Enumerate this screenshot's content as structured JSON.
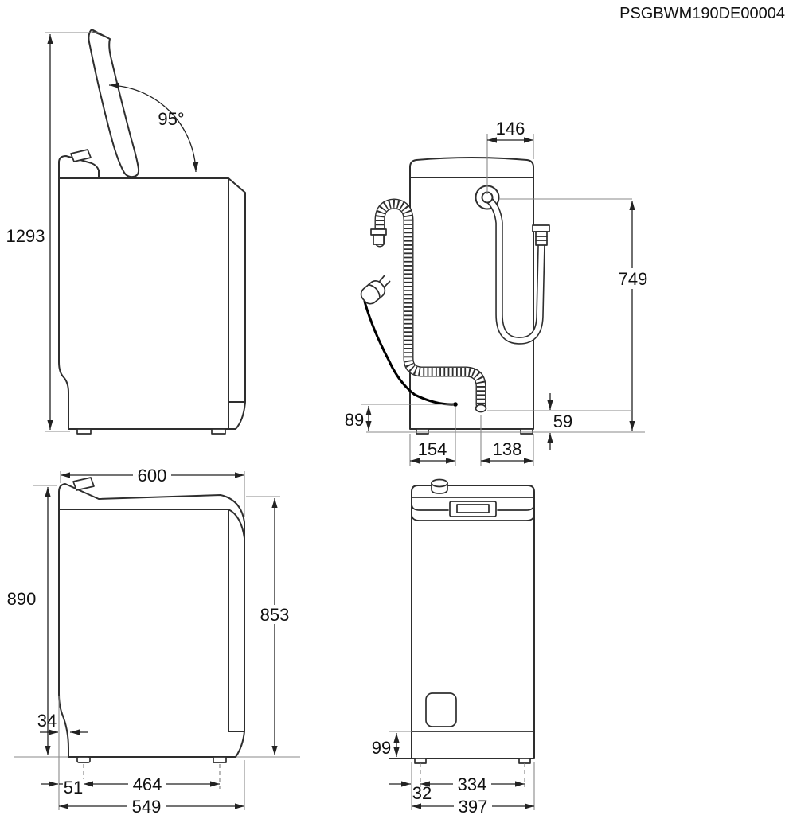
{
  "title": "PSGBWM190DE00004",
  "colors": {
    "outline": "#2e2e2e",
    "dim": "#222222",
    "ext": "#8a8a8a",
    "text": "#111111"
  },
  "views": {
    "side_open": {
      "labels": {
        "total_height": "1293",
        "lid_angle": "95°"
      }
    },
    "rear": {
      "labels": {
        "inlet_offset": "146",
        "inlet_height": "749",
        "cord_height": "89",
        "drain_height": "59",
        "cord_offset": "154",
        "drain_offset": "138"
      }
    },
    "side_closed": {
      "labels": {
        "depth": "600",
        "total_height": "890",
        "body_height": "853",
        "front_inset": "34",
        "front_foot_offset": "51",
        "foot_spacing": "464",
        "base_depth": "549"
      }
    },
    "front": {
      "labels": {
        "plinth_height": "99",
        "foot_offset": "32",
        "foot_spacing": "334",
        "base_width": "397"
      }
    }
  }
}
